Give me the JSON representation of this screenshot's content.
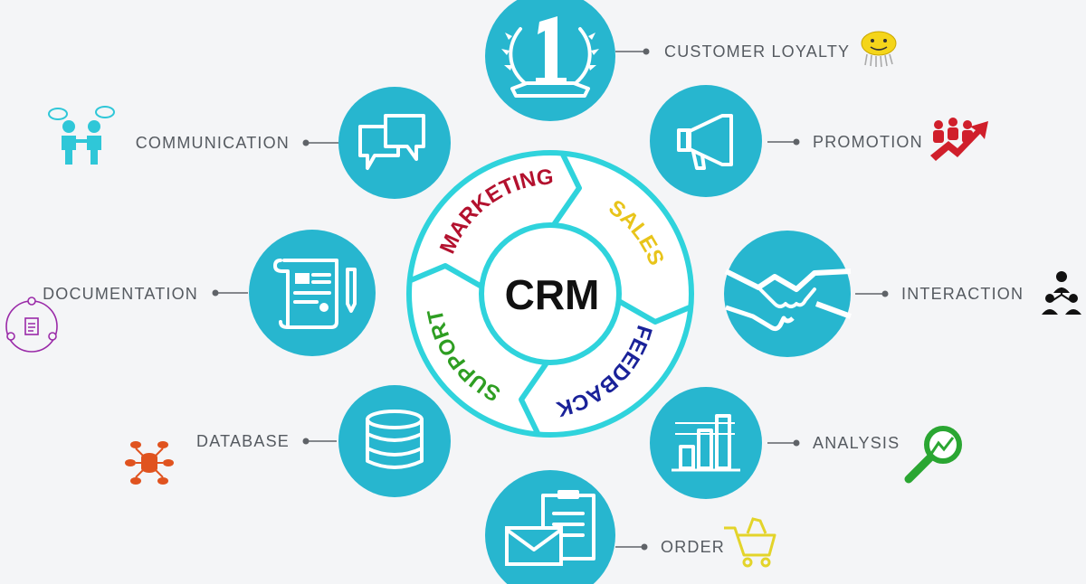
{
  "center": {
    "label": "CRM"
  },
  "ring": {
    "marketing": {
      "label": "MARKETING",
      "color": "#b3112e"
    },
    "sales": {
      "label": "SALES",
      "color": "#e8c41a"
    },
    "feedback": {
      "label": "FEEDBACK",
      "color": "#1a2299"
    },
    "support": {
      "label": "SUPPORT",
      "color": "#2e9e22"
    }
  },
  "nodes": [
    {
      "label": "CUSTOMER LOYALTY",
      "icon": "laurel-number-one-icon"
    },
    {
      "label": "PROMOTION",
      "icon": "megaphone-icon"
    },
    {
      "label": "INTERACTION",
      "icon": "handshake-icon"
    },
    {
      "label": "ANALYSIS",
      "icon": "bar-chart-icon"
    },
    {
      "label": "ORDER",
      "icon": "envelope-clipboard-icon"
    },
    {
      "label": "DATABASE",
      "icon": "database-icon"
    },
    {
      "label": "DOCUMENTATION",
      "icon": "document-scroll-icon"
    },
    {
      "label": "COMMUNICATION",
      "icon": "chat-bubbles-icon"
    }
  ],
  "colors": {
    "accent": "#27b6cf",
    "ring_border": "#2fd3dc",
    "label": "#555a60"
  }
}
